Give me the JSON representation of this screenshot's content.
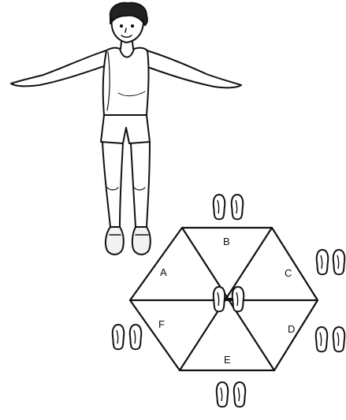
{
  "figure": {
    "illustration": "child-standing-arms-outstretched",
    "hexagon": {
      "segments": [
        {
          "id": "A",
          "label": "A"
        },
        {
          "id": "B",
          "label": "B"
        },
        {
          "id": "C",
          "label": "C"
        },
        {
          "id": "D",
          "label": "D"
        },
        {
          "id": "E",
          "label": "E"
        },
        {
          "id": "F",
          "label": "F"
        }
      ],
      "footprint_positions": [
        "center",
        "top",
        "upper-right",
        "lower-right",
        "bottom",
        "lower-left"
      ]
    },
    "colors": {
      "ink": "#111111",
      "background": "#ffffff"
    }
  }
}
